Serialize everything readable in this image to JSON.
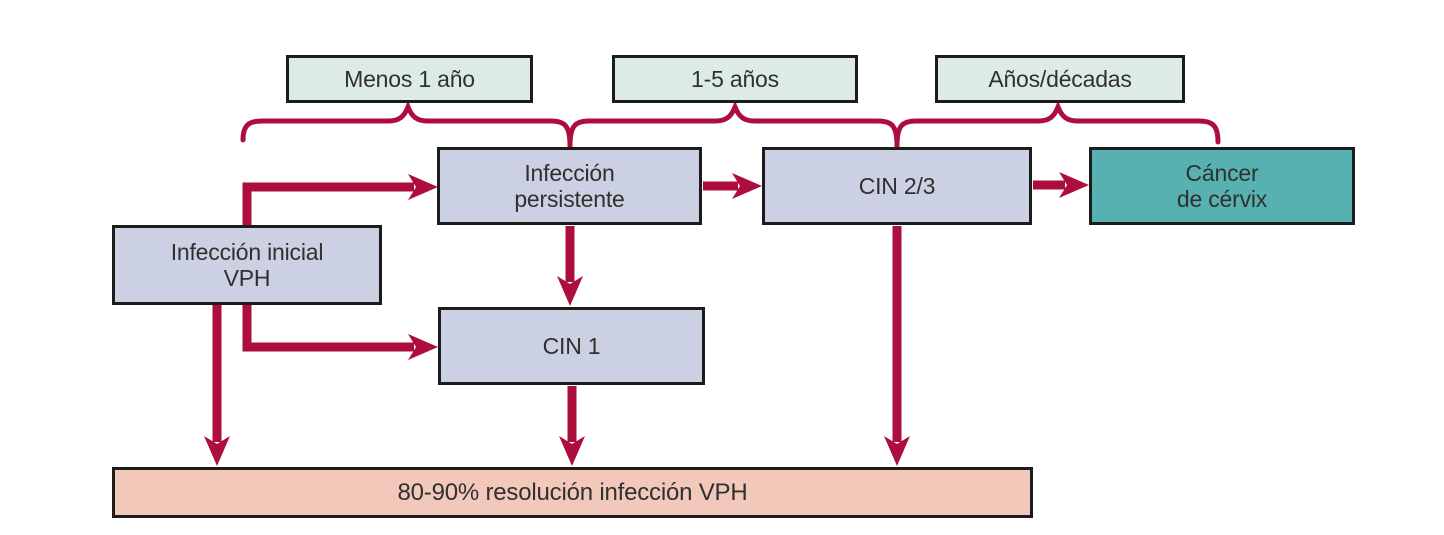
{
  "diagram": {
    "timeline": [
      {
        "label": "Menos 1 año"
      },
      {
        "label": "1-5 años"
      },
      {
        "label": "Años/décadas"
      }
    ],
    "nodes": {
      "infeccion_inicial": {
        "line1": "Infección inicial",
        "line2": "VPH"
      },
      "infeccion_persistente": {
        "line1": "Infección",
        "line2": "persistente"
      },
      "cin23": {
        "label": "CIN 2/3"
      },
      "cin1": {
        "label": "CIN 1"
      },
      "cancer": {
        "line1": "Cáncer",
        "line2": "de cérvix"
      },
      "resolucion": {
        "label": "80-90% resolución infección VPH"
      }
    },
    "edges": [
      {
        "from": "infeccion_inicial",
        "to": "infeccion_persistente"
      },
      {
        "from": "infeccion_inicial",
        "to": "cin1"
      },
      {
        "from": "infeccion_inicial",
        "to": "resolucion"
      },
      {
        "from": "infeccion_persistente",
        "to": "cin23"
      },
      {
        "from": "infeccion_persistente",
        "to": "cin1"
      },
      {
        "from": "cin1",
        "to": "resolucion"
      },
      {
        "from": "cin23",
        "to": "cancer"
      },
      {
        "from": "cin23",
        "to": "resolucion"
      }
    ],
    "timeline_spans": [
      {
        "label": "Menos 1 año",
        "from": "infeccion_inicial",
        "to": "infeccion_persistente"
      },
      {
        "label": "1-5 años",
        "from": "infeccion_persistente",
        "to": "cin23"
      },
      {
        "label": "Años/décadas",
        "from": "cin23",
        "to": "cancer"
      }
    ],
    "colors": {
      "arrow": "#ad0e3d",
      "timeline_fill": "#ddebe8",
      "node_fill": "#cbd1e3",
      "cancer_fill": "#57b1b0",
      "resolution_fill": "#f2c8ba",
      "border": "#1c1c1c",
      "text": "#303030"
    }
  }
}
